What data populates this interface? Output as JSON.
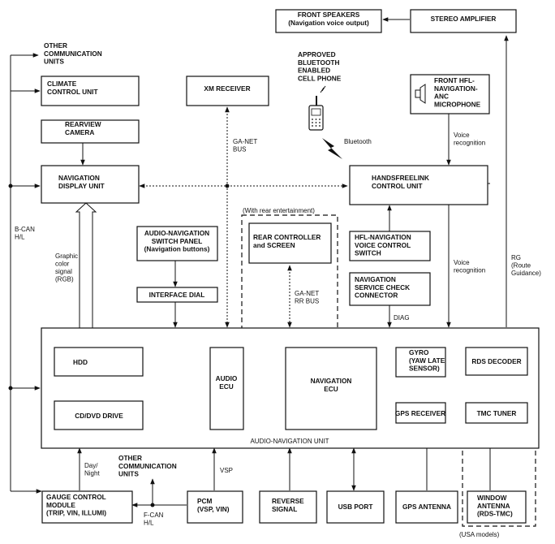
{
  "boxes": {
    "front_speakers": [
      "FRONT SPEAKERS",
      "(Navigation voice output)"
    ],
    "stereo_amplifier": [
      "STEREO AMPLIFIER"
    ],
    "climate": [
      "CLIMATE",
      "CONTROL UNIT"
    ],
    "xm_receiver": [
      "XM RECEIVER"
    ],
    "rearview_camera": [
      "REARVIEW",
      "CAMERA"
    ],
    "nav_display": [
      "NAVIGATION",
      "DISPLAY UNIT"
    ],
    "handsfreelink": [
      "HANDSFREELINK",
      "CONTROL UNIT"
    ],
    "front_hfl_mic": [
      "FRONT HFL-",
      "NAVIGATION-",
      "ANC",
      "MICROPHONE"
    ],
    "audio_nav_switch": [
      "AUDIO-NAVIGATION",
      "SWITCH PANEL",
      "(Navigation buttons)"
    ],
    "interface_dial": [
      "INTERFACE DIAL"
    ],
    "rear_controller": [
      "REAR CONTROLLER",
      "and SCREEN"
    ],
    "hfl_voice_switch": [
      "HFL-NAVIGATION",
      "VOICE CONTROL",
      "SWITCH"
    ],
    "nav_service_check": [
      "NAVIGATION",
      "SERVICE CHECK",
      "CONNECTOR"
    ],
    "hdd": [
      "HDD"
    ],
    "audio_ecu": [
      "AUDIO",
      "ECU"
    ],
    "navigation_ecu": [
      "NAVIGATION",
      "ECU"
    ],
    "gyro": [
      "GYRO",
      "(YAW LATE",
      "SENSOR)"
    ],
    "rds_decoder": [
      "RDS DECODER"
    ],
    "cd_dvd": [
      "CD/DVD DRIVE"
    ],
    "gps_receiver": [
      "GPS RECEIVER"
    ],
    "tmc_tuner": [
      "TMC TUNER"
    ],
    "gauge_control": [
      "GAUGE CONTROL",
      "MODULE",
      "(TRIP, VIN, ILLUMI)"
    ],
    "pcm": [
      "PCM",
      "(VSP, VIN)"
    ],
    "reverse_signal": [
      "REVERSE",
      "SIGNAL"
    ],
    "usb_port": [
      "USB PORT"
    ],
    "gps_antenna": [
      "GPS ANTENNA"
    ],
    "window_antenna": [
      "WINDOW",
      "ANTENNA",
      "(RDS-TMC)"
    ]
  },
  "labels": {
    "other_comm_top": [
      "OTHER",
      "COMMUNICATION",
      "UNITS"
    ],
    "other_comm_bottom": [
      "OTHER",
      "COMMUNICATION",
      "UNITS"
    ],
    "cell_phone": [
      "APPROVED",
      "BLUETOOTH",
      "ENABLED",
      "CELL PHONE"
    ],
    "bluetooth": [
      "Bluetooth"
    ],
    "voice_recognition_1": [
      "Voice",
      "recognition"
    ],
    "voice_recognition_2": [
      "Voice",
      "recognition"
    ],
    "ga_net_bus": [
      "GA-NET",
      "BUS"
    ],
    "rear_entertainment": [
      "(With rear entertainment)"
    ],
    "ga_net_rr_bus": [
      "GA-NET",
      "RR BUS"
    ],
    "b_can": [
      "B-CAN",
      "H/L"
    ],
    "graphic_color": [
      "Graphic",
      "color",
      "signal",
      "(RGB)"
    ],
    "rg_route": [
      "RG",
      "(Route",
      "Guidance)"
    ],
    "diag": [
      "DIAG"
    ],
    "audio_nav_unit": [
      "AUDIO-NAVIGATION UNIT"
    ],
    "day_night": [
      "Day/",
      "Night"
    ],
    "vsp": [
      "VSP"
    ],
    "f_can": [
      "F-CAN",
      "H/L"
    ],
    "usa_models": [
      "(USA models)"
    ]
  }
}
